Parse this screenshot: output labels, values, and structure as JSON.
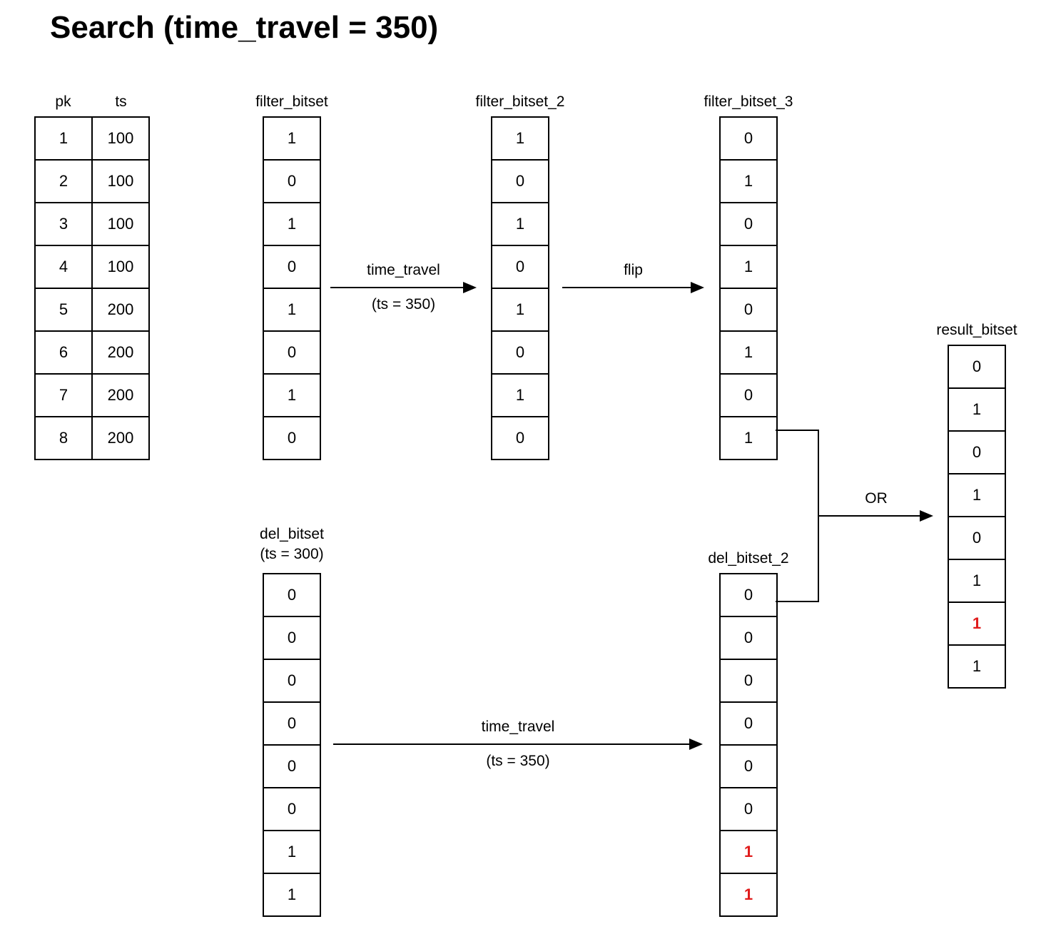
{
  "title": "Search (time_travel = 350)",
  "colors": {
    "line": "#000000",
    "highlight_red": "#e01c1c",
    "background": "#ffffff"
  },
  "record_table": {
    "column_headers": [
      "pk",
      "ts"
    ],
    "rows": [
      [
        "1",
        "100"
      ],
      [
        "2",
        "100"
      ],
      [
        "3",
        "100"
      ],
      [
        "4",
        "100"
      ],
      [
        "5",
        "200"
      ],
      [
        "6",
        "200"
      ],
      [
        "7",
        "200"
      ],
      [
        "8",
        "200"
      ]
    ]
  },
  "bitsets": [
    {
      "id": "filter_bitset",
      "label": "filter_bitset",
      "sublabel": "",
      "values": [
        "1",
        "0",
        "1",
        "0",
        "1",
        "0",
        "1",
        "0"
      ],
      "red_indices": []
    },
    {
      "id": "filter_bitset_2",
      "label": "filter_bitset_2",
      "sublabel": "",
      "values": [
        "1",
        "0",
        "1",
        "0",
        "1",
        "0",
        "1",
        "0"
      ],
      "red_indices": []
    },
    {
      "id": "filter_bitset_3",
      "label": "filter_bitset_3",
      "sublabel": "",
      "values": [
        "0",
        "1",
        "0",
        "1",
        "0",
        "1",
        "0",
        "1"
      ],
      "red_indices": []
    },
    {
      "id": "del_bitset",
      "label": "del_bitset",
      "sublabel": "(ts = 300)",
      "values": [
        "0",
        "0",
        "0",
        "0",
        "0",
        "0",
        "1",
        "1"
      ],
      "red_indices": []
    },
    {
      "id": "del_bitset_2",
      "label": "del_bitset_2",
      "sublabel": "",
      "values": [
        "0",
        "0",
        "0",
        "0",
        "0",
        "0",
        "1",
        "1"
      ],
      "red_indices": [
        6,
        7
      ]
    },
    {
      "id": "result_bitset",
      "label": "result_bitset",
      "sublabel": "",
      "values": [
        "0",
        "1",
        "0",
        "1",
        "0",
        "1",
        "1",
        "1"
      ],
      "red_indices": [
        6
      ]
    }
  ],
  "arrows": [
    {
      "id": "time_travel_top",
      "label": "time_travel",
      "sublabel": "(ts = 350)"
    },
    {
      "id": "flip",
      "label": "flip",
      "sublabel": ""
    },
    {
      "id": "time_travel_bottom",
      "label": "time_travel",
      "sublabel": "(ts = 350)"
    },
    {
      "id": "or",
      "label": "OR",
      "sublabel": ""
    }
  ]
}
